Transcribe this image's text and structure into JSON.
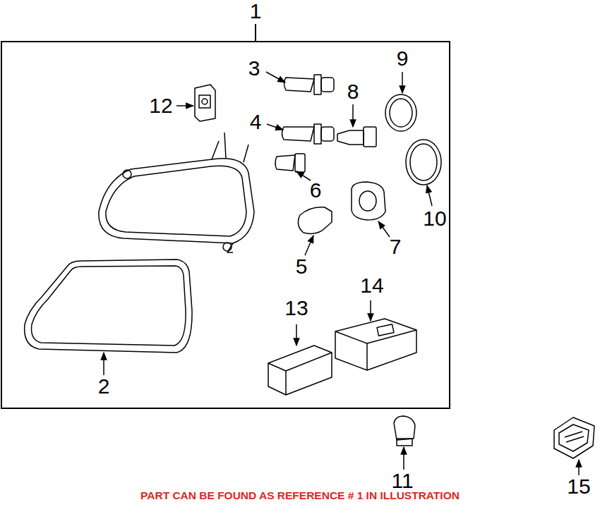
{
  "diagram": {
    "caption": "PART CAN BE FOUND AS REFERENCE # 1 IN ILLUSTRATION",
    "nodes": [
      {
        "text": [
          "1"
        ]
      }
    ],
    "labels": [
      "3",
      "12",
      "8",
      "9",
      "4",
      "6",
      "10",
      "5",
      "7",
      "14",
      "13",
      "2",
      "11",
      "15"
    ]
  }
}
